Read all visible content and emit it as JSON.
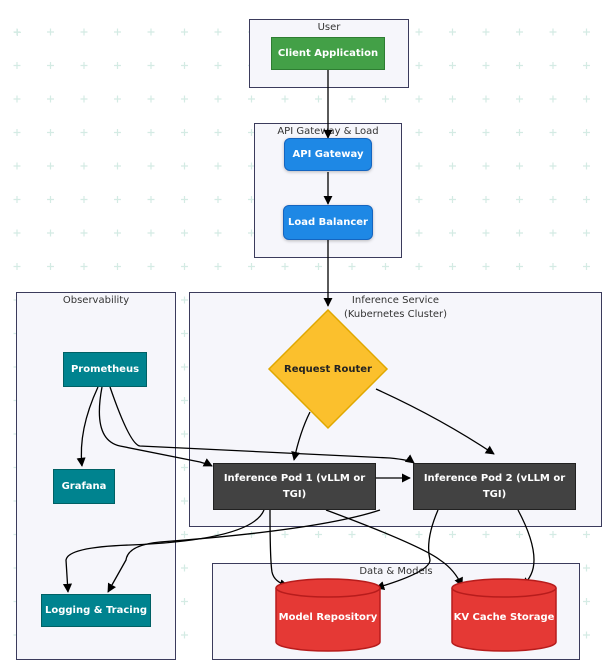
{
  "clusters": {
    "user": {
      "label": "User"
    },
    "gateway": {
      "label": "API Gateway & Load"
    },
    "observability": {
      "label": "Observability"
    },
    "inference": {
      "label": "Inference Service\n(Kubernetes Cluster)",
      "line1": "Inference Service",
      "line2": "(Kubernetes Cluster)"
    },
    "data": {
      "label": "Data & Models"
    }
  },
  "nodes": {
    "client_app": "Client Application",
    "api_gateway": "API Gateway",
    "load_balancer": "Load Balancer",
    "prometheus": "Prometheus",
    "grafana": "Grafana",
    "logging": "Logging & Tracing",
    "request_router": "Request Router",
    "pod1": {
      "line1": "Inference Pod 1 (vLLM or",
      "line2": "TGI)"
    },
    "pod2": {
      "line1": "Inference Pod 2 (vLLM or",
      "line2": "TGI)"
    },
    "model_repo": "Model Repository",
    "kv_cache": "KV Cache Storage"
  },
  "colors": {
    "green": "#43a047",
    "blue": "#1e88e5",
    "teal": "#00838f",
    "dark": "#424242",
    "red": "#e53935",
    "amber": "#fbc02d",
    "cluster_border": "#3b3b5c"
  }
}
